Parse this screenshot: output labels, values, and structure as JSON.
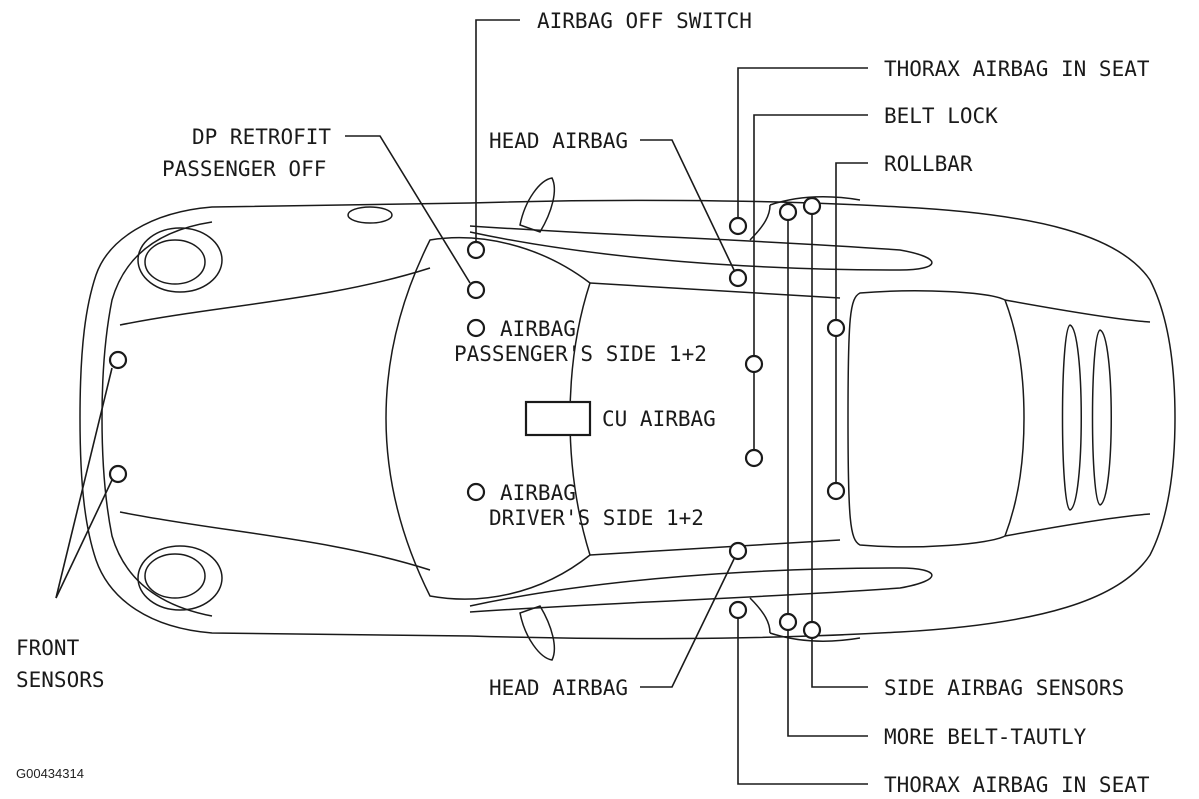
{
  "labels": {
    "airbag_off_switch": "AIRBAG OFF SWITCH",
    "thorax_airbag_top": "THORAX AIRBAG IN SEAT",
    "belt_lock": "BELT LOCK",
    "rollbar": "ROLLBAR",
    "dp_retrofit_1": "DP RETROFIT",
    "dp_retrofit_2": "PASSENGER OFF",
    "head_airbag_top": "HEAD AIRBAG",
    "airbag_passenger_1": "AIRBAG",
    "airbag_passenger_2": "PASSENGER'S SIDE 1+2",
    "cu_airbag": "CU AIRBAG",
    "airbag_driver_1": "AIRBAG",
    "airbag_driver_2": "DRIVER'S SIDE 1+2",
    "front_sensors_1": "FRONT",
    "front_sensors_2": "SENSORS",
    "head_airbag_bottom": "HEAD AIRBAG",
    "side_airbag_sensors": "SIDE AIRBAG SENSORS",
    "more_belt_tautly": "MORE BELT-TAUTLY",
    "thorax_airbag_bottom": "THORAX AIRBAG IN SEAT"
  },
  "figure_id": "G00434314"
}
